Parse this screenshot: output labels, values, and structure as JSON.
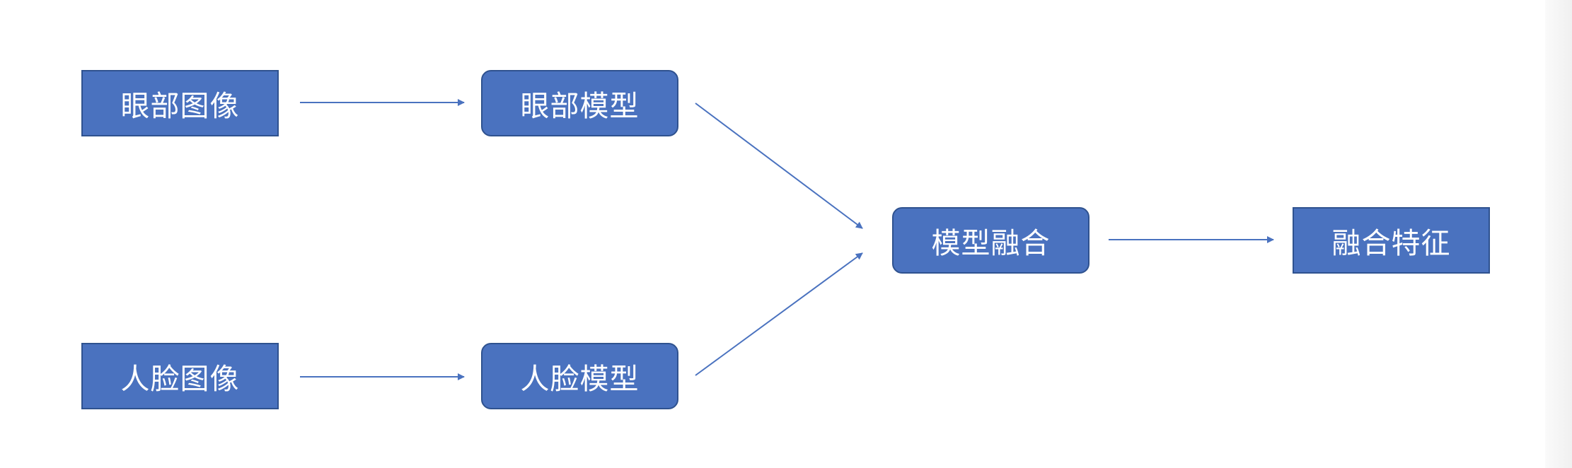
{
  "nodes": {
    "eye_image": "眼部图像",
    "eye_model": "眼部模型",
    "face_image": "人脸图像",
    "face_model": "人脸模型",
    "model_fusion": "模型融合",
    "fused_feature": "融合特征"
  },
  "colors": {
    "node_fill": "#4a72bf",
    "node_border": "#2f528f",
    "arrow": "#4a72bf"
  }
}
